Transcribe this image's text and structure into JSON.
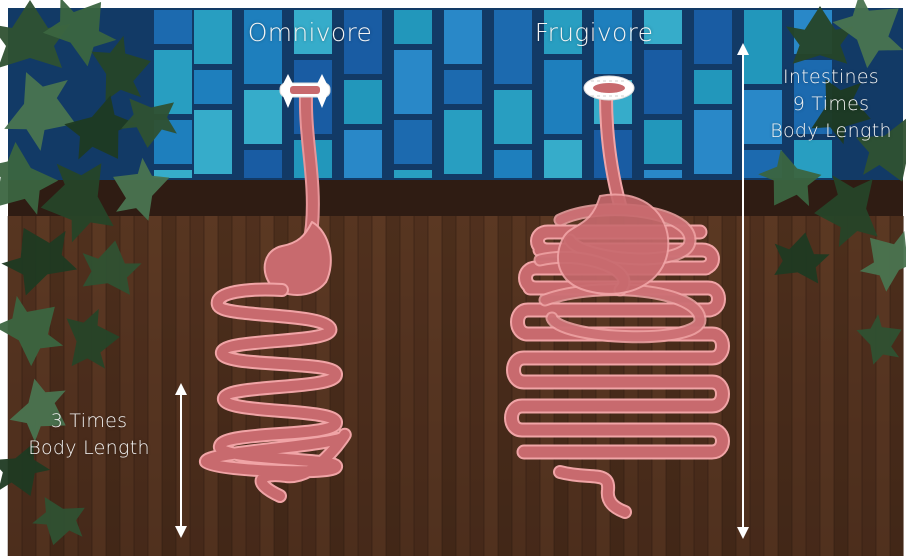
{
  "colors": {
    "gut": "#c86a6e",
    "gut_stroke": "#f0a4a6",
    "wood": "#4e301f",
    "wood_top": "#2b1a12",
    "sky": "#1b73b8",
    "leaves": "#2f5131",
    "label": "#f4f4f4"
  },
  "icons": [
    "canine-teeth-icon",
    "flat-teeth-icon",
    "double-arrow-icon"
  ],
  "omnivore": {
    "title": "Omnivore",
    "length_label": [
      "3 Times",
      "Body Length"
    ]
  },
  "frugivore": {
    "title": "Frugivore",
    "length_label": [
      "Intestines",
      "9 Times",
      "Body Length"
    ]
  }
}
